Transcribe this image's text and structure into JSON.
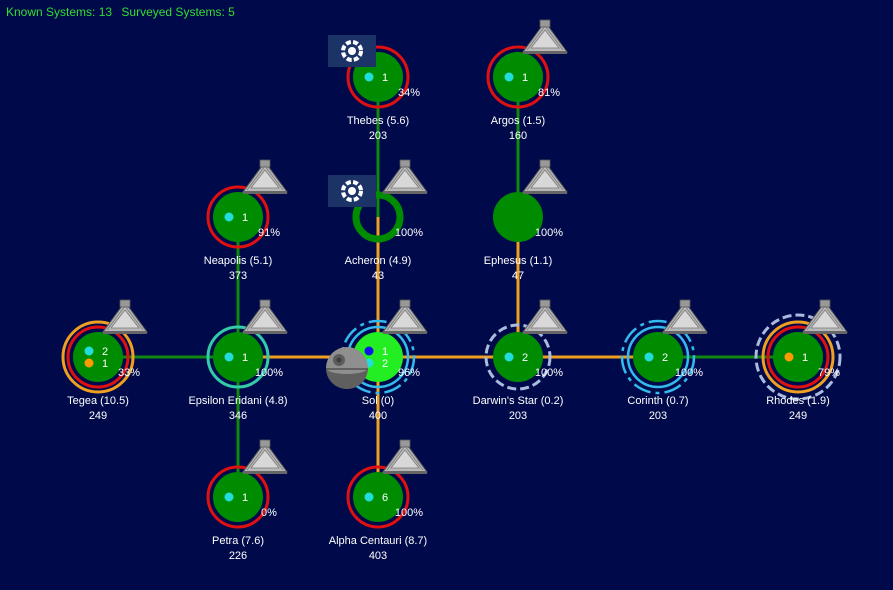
{
  "header": {
    "known_label": "Known Systems: 13",
    "surveyed_label": "Surveyed Systems: 5"
  },
  "colors": {
    "background": "#000a4a",
    "planet": "#008c00",
    "home_planet": "#22ee22",
    "jump_lane_surveyed": "#f0a020",
    "jump_lane_unsurveyed": "#118811",
    "threat_ring": "#e01010",
    "alien_ring": "#f0a020",
    "fleet_ring": "#33bbee",
    "survey_ring": "#aabbdd",
    "friendly_dot": "#22dddd",
    "hostile_dot": "#ff9900",
    "player_dot": "#1111ee"
  },
  "systems": [
    {
      "id": "thebes",
      "name": "Thebes  (5.6)",
      "pop": "203",
      "pct": "34%",
      "rings": [
        "red"
      ],
      "counts": [
        {
          "n": "1",
          "c": "cyan"
        }
      ],
      "ship": false,
      "station": true
    },
    {
      "id": "argos",
      "name": "Argos  (1.5)",
      "pop": "160",
      "pct": "81%",
      "rings": [
        "red"
      ],
      "counts": [
        {
          "n": "1",
          "c": "cyan"
        }
      ],
      "ship": true,
      "station": false
    },
    {
      "id": "neapolis",
      "name": "Neapolis  (5.1)",
      "pop": "373",
      "pct": "91%",
      "rings": [
        "red"
      ],
      "counts": [
        {
          "n": "1",
          "c": "cyan"
        }
      ],
      "ship": true,
      "station": false
    },
    {
      "id": "acheron",
      "name": "Acheron  (4.9)",
      "pop": "43",
      "pct": "100%",
      "rings": [],
      "counts": [],
      "ship": true,
      "station": true,
      "hollow": true
    },
    {
      "id": "ephesus",
      "name": "Ephesus  (1.1)",
      "pop": "47",
      "pct": "100%",
      "rings": [],
      "counts": [],
      "ship": true,
      "station": false
    },
    {
      "id": "tegea",
      "name": "Tegea  (10.5)",
      "pop": "249",
      "pct": "33%",
      "rings": [
        "red",
        "orange"
      ],
      "counts": [
        {
          "n": "2",
          "c": "cyan"
        },
        {
          "n": "1",
          "c": "orange"
        }
      ],
      "ship": true,
      "station": false
    },
    {
      "id": "epsilon",
      "name": "Epsilon Eridani  (4.8)",
      "pop": "346",
      "pct": "100%",
      "rings": [
        "teal"
      ],
      "counts": [
        {
          "n": "1",
          "c": "cyan"
        }
      ],
      "ship": true,
      "station": false
    },
    {
      "id": "sol",
      "name": "Sol  (0)",
      "pop": "400",
      "pct": "96%",
      "rings": [
        "blue-dashed"
      ],
      "counts": [
        {
          "n": "1",
          "c": "blue"
        },
        {
          "n": "2",
          "c": "cyan"
        }
      ],
      "ship": true,
      "station": false,
      "home": true,
      "deathstar": true
    },
    {
      "id": "darwin",
      "name": "Darwin's Star  (0.2)",
      "pop": "203",
      "pct": "100%",
      "rings": [
        "grey-dashed"
      ],
      "counts": [
        {
          "n": "2",
          "c": "cyan"
        }
      ],
      "ship": true,
      "station": false
    },
    {
      "id": "corinth",
      "name": "Corinth  (0.7)",
      "pop": "203",
      "pct": "100%",
      "rings": [
        "blue-dashed"
      ],
      "counts": [
        {
          "n": "2",
          "c": "cyan"
        }
      ],
      "ship": true,
      "station": false
    },
    {
      "id": "rhodes",
      "name": "Rhodes  (1.9)",
      "pop": "249",
      "pct": "79%",
      "rings": [
        "red",
        "orange",
        "grey-dashed"
      ],
      "counts": [
        {
          "n": "1",
          "c": "orange"
        }
      ],
      "ship": true,
      "station": false
    },
    {
      "id": "petra",
      "name": "Petra  (7.6)",
      "pop": "226",
      "pct": "0%",
      "rings": [
        "red"
      ],
      "counts": [
        {
          "n": "1",
          "c": "cyan"
        }
      ],
      "ship": true,
      "station": false
    },
    {
      "id": "alpha",
      "name": "Alpha Centauri  (8.7)",
      "pop": "403",
      "pct": "100%",
      "rings": [
        "red"
      ],
      "counts": [
        {
          "n": "6",
          "c": "cyan"
        }
      ],
      "ship": true,
      "station": false
    }
  ],
  "lanes": [
    {
      "a": "thebes",
      "b": "acheron",
      "kind": "unsurveyed"
    },
    {
      "a": "acheron",
      "b": "sol",
      "kind": "surveyed"
    },
    {
      "a": "argos",
      "b": "ephesus",
      "kind": "unsurveyed"
    },
    {
      "a": "ephesus",
      "b": "darwin",
      "kind": "surveyed"
    },
    {
      "a": "neapolis",
      "b": "epsilon",
      "kind": "unsurveyed"
    },
    {
      "a": "tegea",
      "b": "epsilon",
      "kind": "unsurveyed"
    },
    {
      "a": "epsilon",
      "b": "sol",
      "kind": "surveyed"
    },
    {
      "a": "sol",
      "b": "darwin",
      "kind": "surveyed"
    },
    {
      "a": "darwin",
      "b": "corinth",
      "kind": "surveyed"
    },
    {
      "a": "corinth",
      "b": "rhodes",
      "kind": "unsurveyed"
    },
    {
      "a": "epsilon",
      "b": "petra",
      "kind": "unsurveyed"
    },
    {
      "a": "sol",
      "b": "alpha",
      "kind": "surveyed"
    }
  ]
}
